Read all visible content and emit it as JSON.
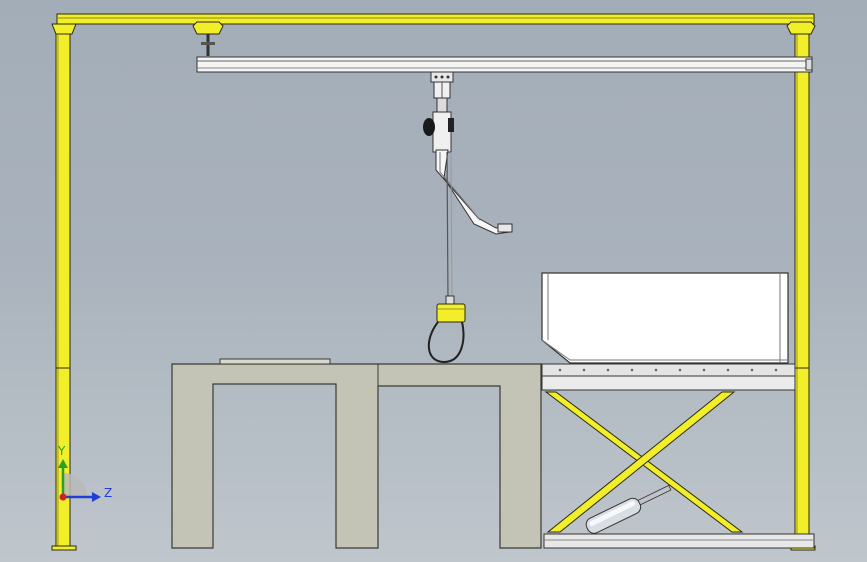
{
  "triad": {
    "y_label": "Y",
    "z_label": "Z"
  },
  "colors": {
    "frame_yellow": "#f2ee2a",
    "frame_outline": "#2a2a10",
    "rail_white": "#f4f4f4",
    "table_gray": "#c4c4b6",
    "table_outline": "#3a3a34",
    "background_top": "#a3adb8",
    "background_bottom": "#bfc6cc",
    "axis_y": "#2aa12a",
    "axis_z": "#1f3fd6",
    "axis_x": "#d21f1f"
  },
  "components": [
    "gantry-frame",
    "overhead-rail",
    "hoist-trolley",
    "manipulator-arm",
    "balancer",
    "workbench",
    "scissor-lift-table",
    "lift-cylinder",
    "coordinate-triad"
  ]
}
